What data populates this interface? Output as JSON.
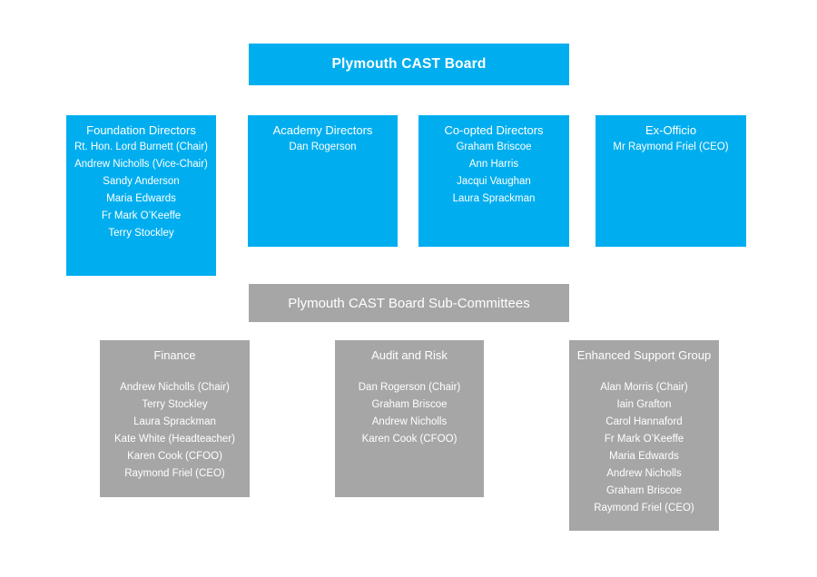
{
  "colors": {
    "blue": "#00AEEF",
    "gray": "#A6A6A6",
    "text": "#FFFFFF",
    "background": "#FFFFFF"
  },
  "board_header": {
    "label": "Plymouth CAST Board"
  },
  "board_groups": [
    {
      "title": "Foundation Directors",
      "members": [
        "Rt. Hon. Lord Burnett (Chair)",
        "Andrew Nicholls (Vice-Chair)",
        "Sandy Anderson",
        "Maria Edwards",
        "Fr Mark O’Keeffe",
        "Terry Stockley"
      ]
    },
    {
      "title": "Academy Directors",
      "members": [
        "Dan Rogerson"
      ]
    },
    {
      "title": "Co-opted Directors",
      "members": [
        "Graham Briscoe",
        "Ann Harris",
        "Jacqui Vaughan",
        "Laura Sprackman"
      ]
    },
    {
      "title": "Ex-Officio",
      "members": [
        "Mr Raymond Friel (CEO)"
      ]
    }
  ],
  "subcommittee_header": {
    "label": "Plymouth CAST Board Sub-Committees"
  },
  "subcommittees": [
    {
      "title": "Finance",
      "members": [
        "Andrew Nicholls (Chair)",
        "Terry Stockley",
        "Laura Sprackman",
        "Kate White (Headteacher)",
        "Karen Cook (CFOO)",
        "Raymond Friel (CEO)"
      ]
    },
    {
      "title": "Audit and Risk",
      "members": [
        "Dan Rogerson (Chair)",
        "Graham Briscoe",
        "Andrew Nicholls",
        "Karen Cook (CFOO)"
      ]
    },
    {
      "title": "Enhanced Support Group",
      "members": [
        "Alan Morris (Chair)",
        "Iain Grafton",
        "Carol Hannaford",
        "Fr Mark O’Keeffe",
        "Maria Edwards",
        "Andrew Nicholls",
        "Graham Briscoe",
        "Raymond Friel (CEO)"
      ]
    }
  ]
}
